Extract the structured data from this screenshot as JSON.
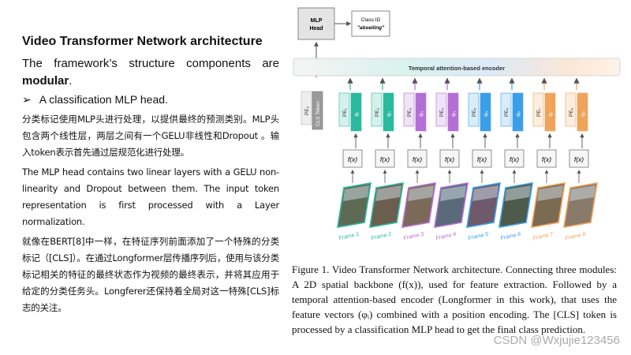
{
  "left": {
    "title": "Video Transformer Network architecture",
    "intro_pre": "The  framework’s  structure  components  are ",
    "intro_bold": "modular",
    "intro_post": ".",
    "bullet_symbol": "➢",
    "bullet_text": "A classification MLP head.",
    "para_cn_1": "分类标记使用MLP头进行处理，以提供最终的预测类别。MLP头包含两个线性层，两层之间有一个GELU非线性和Dropout 。输入token表示首先通过层规范化进行处理。",
    "para_en": "The MLP head contains two linear layers with a GELU non-linearity and Dropout between them. The input token representation is first processed with a Layer normalization.",
    "para_cn_2": "就像在BERT[8]中一样，在特征序列前面添加了一个特殊的分类标记（[CLS]）。在通过Longformer层传播序列后，使用与该分类标记相关的特征的最终状态作为视频的最终表示，并将其应用于给定的分类任务头。Longferer还保持着全局对这一特殊[CLS]标志的关注。"
  },
  "figure": {
    "mlp_label_1": "MLP",
    "mlp_label_2": "Head",
    "class_label_1": "Class ID",
    "class_label_2": "\"abseiling\"",
    "encoder_label": "Temporal attention-based encoder",
    "cls_pe": "PE₀",
    "cls_token": "CLS Token",
    "fx": "f(x)",
    "tokens": [
      {
        "pe": "PE₁",
        "phi": "φ₁",
        "frame": "Frame 1",
        "color": "#2bb9a0"
      },
      {
        "pe": "PE₂",
        "phi": "φ₂",
        "frame": "Frame 2",
        "color": "#2bb9a0"
      },
      {
        "pe": "PE₃",
        "phi": "φ₃",
        "frame": "Frame 3",
        "color": "#b46fd6"
      },
      {
        "pe": "PE₄",
        "phi": "φ₄",
        "frame": "Frame 4",
        "color": "#b46fd6"
      },
      {
        "pe": "PE₅",
        "phi": "φ₅",
        "frame": "Frame 5",
        "color": "#3a9ee8"
      },
      {
        "pe": "PE₆",
        "phi": "φ₆",
        "frame": "Frame 6",
        "color": "#3a9ee8"
      },
      {
        "pe": "PE₇",
        "phi": "φ₇",
        "frame": "Frame 7",
        "color": "#f0a35a"
      },
      {
        "pe": "PE₈",
        "phi": "φ₈",
        "frame": "Frame 8",
        "color": "#f0a35a"
      }
    ]
  },
  "caption": "Figure 1. Video Transformer Network architecture. Connecting three modules: A 2D spatial backbone (f(x)), used for feature extraction. Followed by a temporal attention-based encoder (Longformer in this work), that uses the feature vectors (φᵢ) combined with a position encoding. The [CLS] token is processed by a classification MLP head to get the final class prediction.",
  "watermark": "CSDN @Wxjujie123456"
}
